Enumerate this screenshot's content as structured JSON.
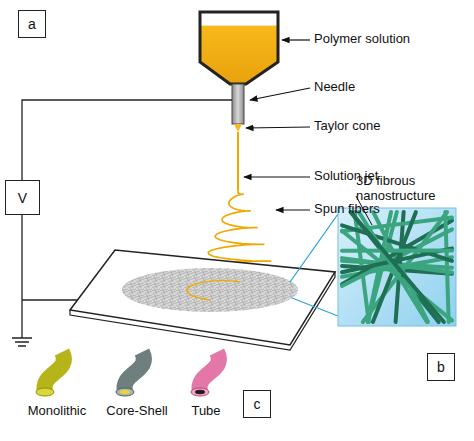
{
  "diagram": {
    "nodes": [
      {
        "text": [
          "a"
        ]
      },
      {
        "text": [
          "V"
        ]
      },
      {
        "text": [
          "b"
        ]
      },
      {
        "text": [
          "c"
        ]
      }
    ],
    "labels": [
      "Polymer solution",
      "Needle",
      "Taylor cone",
      "Solution jet",
      "Spun fibers",
      "3D fibrous nanostructure",
      "Monolithic",
      "Core-Shell",
      "Tube"
    ]
  }
}
